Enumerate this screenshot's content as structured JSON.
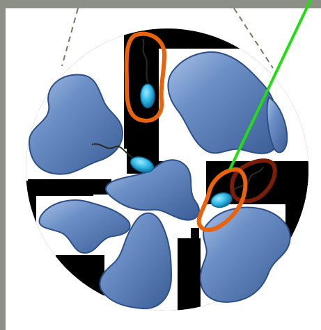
{
  "diagram": {
    "colors": {
      "background_texture": "#8c8f86",
      "panel": "#ffffff",
      "field": "#000000",
      "cell_fill": "#5b7fb8",
      "cell_shadow": "#2e4f86",
      "cell_highlight": "#a9c2e8",
      "bacterium_fill": "#33bce6",
      "bacterium_dark": "#0a6a9a",
      "outline_orange": "#e8630c",
      "outline_darkred": "#7a1e08",
      "flagellum": "#2a2a22",
      "pointer_line": "#22dd11",
      "guide_dashes": "#777766"
    },
    "icons": [
      "microscope-field",
      "cell",
      "bacterium",
      "flagellum",
      "cell-outline",
      "pointer-line"
    ]
  }
}
